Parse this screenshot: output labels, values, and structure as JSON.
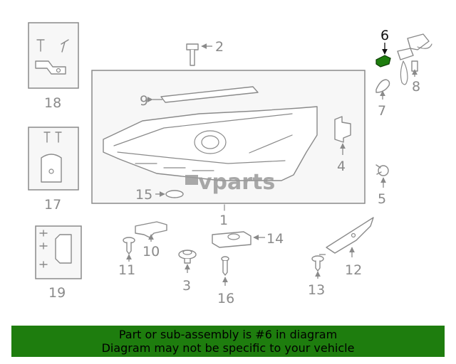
{
  "watermark": "vparts",
  "highlight": {
    "number": "6",
    "color": "#1e7d0e"
  },
  "callouts": {
    "c1": "1",
    "c2": "2",
    "c3": "3",
    "c4": "4",
    "c5": "5",
    "c6": "6",
    "c7": "7",
    "c8": "8",
    "c9": "9",
    "c10": "10",
    "c11": "11",
    "c12": "12",
    "c13": "13",
    "c14": "14",
    "c15": "15",
    "c16": "16",
    "c17": "17",
    "c18": "18",
    "c19": "19"
  },
  "banner": {
    "line1": "Part or sub-assembly is #6 in diagram",
    "line2": "Diagram may not be specific to your vehicle",
    "color": "#1e7d0e"
  }
}
